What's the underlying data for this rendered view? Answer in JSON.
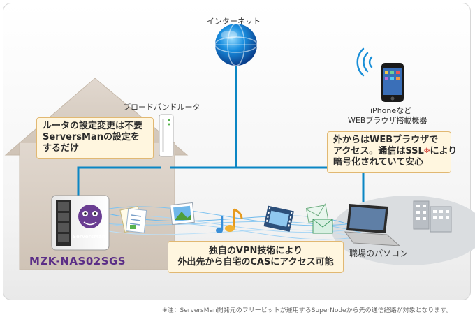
{
  "labels": {
    "internet": "インターネット",
    "router": "ブロードバンドルータ",
    "iphone_line1": "iPhoneなど",
    "iphone_line2": "WEBブラウザ搭載機器",
    "work_pc": "職場のパソコン",
    "model": "MZK-NAS02SGS",
    "device_badge": "ServersMan"
  },
  "callouts": {
    "router_note": [
      "ルータの設定変更は不要",
      "ServersManの設定を",
      "するだけ"
    ],
    "browser_note": [
      "外からはWEBブラウザで",
      "アクセス。通信はSSL",
      "により",
      "暗号化されていて安心"
    ],
    "vpn_note": [
      "独自のVPN技術により",
      "外出先から自宅のCASにアクセス可能"
    ]
  },
  "footnote": "※注：ServersMan開発元のフリービットが運用するSuperNodeから先の通信経路が対象となります。",
  "colors": {
    "line_blue": "#0b86c4",
    "house_fill": "#d9cfc5",
    "callout_bg": "#fff6df",
    "callout_border": "#e1b872",
    "model_text": "#5b2e87"
  },
  "icons": [
    "globe-icon",
    "router-icon",
    "wifi-icon",
    "iphone-icon",
    "nas-server-icon",
    "document-icon",
    "photo-icon",
    "music-note-icon",
    "film-icon",
    "mail-icon",
    "laptop-icon",
    "office-building-icon"
  ]
}
